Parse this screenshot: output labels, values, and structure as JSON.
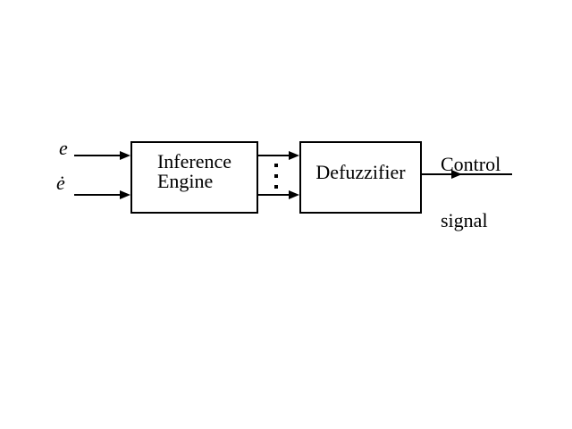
{
  "diagram": {
    "background_color": "#ffffff",
    "line_color": "#000000",
    "inputs": {
      "error_label": "e",
      "error_derivative_label": "ė"
    },
    "blocks": {
      "inference_engine": {
        "line1": "Inference",
        "line2": "Engine"
      },
      "defuzzifier": {
        "label": "Defuzzifier"
      }
    },
    "output": {
      "line1": "Control",
      "line2": "signal"
    },
    "ellipsis": {
      "count": 3
    }
  }
}
